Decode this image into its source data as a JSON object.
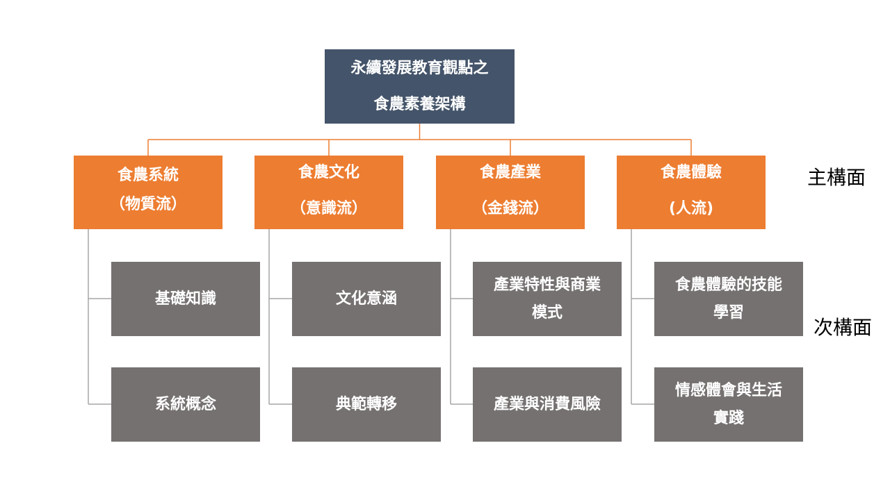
{
  "root": {
    "line1": "永續發展教育觀點之",
    "line2": "食農素養架構"
  },
  "main_nodes": [
    {
      "line1": "食農系統",
      "line2": "（物質流）"
    },
    {
      "line1": "食農文化",
      "line2": "（意識流）"
    },
    {
      "line1": "食農產業",
      "line2": "（金錢流）"
    },
    {
      "line1": "食農體驗",
      "line2": "(人流)"
    }
  ],
  "sub_nodes": [
    [
      {
        "line1": "基礎知識",
        "line2": ""
      },
      {
        "line1": "系統概念",
        "line2": ""
      }
    ],
    [
      {
        "line1": "文化意涵",
        "line2": ""
      },
      {
        "line1": "典範轉移",
        "line2": ""
      }
    ],
    [
      {
        "line1": "產業特性與商業",
        "line2": "模式"
      },
      {
        "line1": "產業與消費風險",
        "line2": ""
      }
    ],
    [
      {
        "line1": "食農體驗的技能",
        "line2": "學習"
      },
      {
        "line1": "情感體會與生活",
        "line2": "實踐"
      }
    ]
  ],
  "tier_labels": {
    "main": "主構面",
    "sub": "次構面"
  },
  "colors": {
    "root": "#44546a",
    "main": "#ed7d31",
    "sub": "#767171",
    "connector_main": "#ed7d31",
    "connector_sub": "#a6a6a6"
  }
}
